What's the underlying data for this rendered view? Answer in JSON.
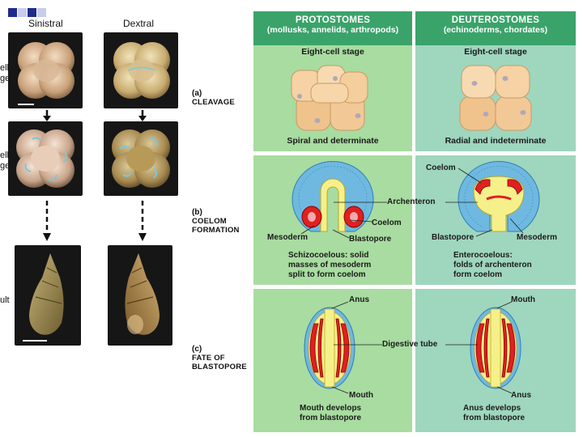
{
  "deco": {
    "sq1": "#1f2c8c",
    "sq2": "#c8cdec",
    "sq3": "#1f2c8c",
    "sq4": "#c8cdec"
  },
  "snails": {
    "col_sinistral": "Sinistral",
    "col_dextral": "Dextral",
    "row1_a": "ell",
    "row1_b": "ge",
    "row2_a": "ell",
    "row2_b": "ge",
    "row3": "ult"
  },
  "left_labels": {
    "a_letter": "(a)",
    "a_title": "Cleavage",
    "b_letter": "(b)",
    "b_title_1": "Coelom",
    "b_title_2": "formation",
    "c_letter": "(c)",
    "c_title_1": "Fate of",
    "c_title_2": "blastopore"
  },
  "protostomes": {
    "header": "Protostomes",
    "subheader": "(mollusks, annelids, arthropods)",
    "stage": "Eight-cell stage",
    "cleavage": "Spiral and determinate",
    "mesoderm": "Mesoderm",
    "blastopore": "Blastopore",
    "coelom": "Coelom",
    "coelom_note": [
      "Schizocoelous: solid",
      "masses of mesoderm",
      "split to form coelom"
    ],
    "anus": "Anus",
    "mouth": "Mouth",
    "fate_note": [
      "Mouth develops",
      "from blastopore"
    ]
  },
  "deuterostomes": {
    "header": "Deuterostomes",
    "subheader": "(echinoderms, chordates)",
    "stage": "Eight-cell stage",
    "cleavage": "Radial and indeterminate",
    "coelom": "Coelom",
    "blastopore": "Blastopore",
    "mesoderm": "Mesoderm",
    "coelom_note": [
      "Enterocoelous:",
      "folds of archenteron",
      "form coelom"
    ],
    "mouth": "Mouth",
    "anus": "Anus",
    "fate_note": [
      "Anus develops",
      "from blastopore"
    ]
  },
  "shared": {
    "archenteron": "Archenteron",
    "digestive_tube": "Digestive tube"
  },
  "colors": {
    "header_bg": "#3aa36a",
    "proto_bg": "#a8dca0",
    "deutero_bg": "#9fd6be",
    "ectoderm": "#6fb8e0",
    "endoderm": "#f6f08a",
    "mesoderm": "#e02020",
    "embryo_cell": "#f2c690"
  }
}
